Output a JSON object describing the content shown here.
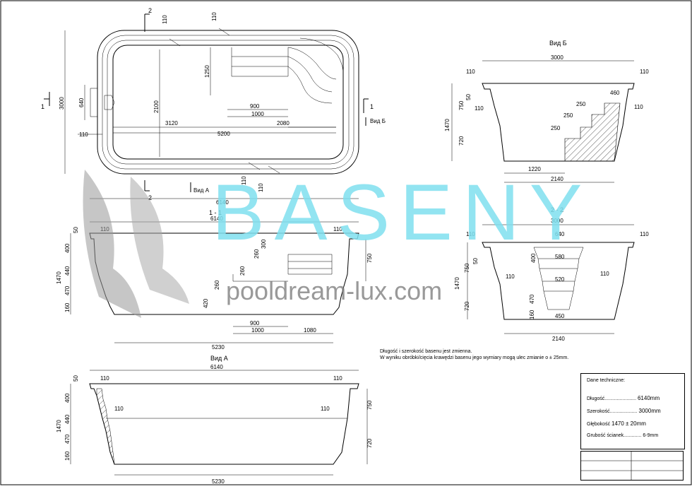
{
  "watermark": {
    "brand": "BASENY",
    "site": "pooldream-lux.com"
  },
  "views": {
    "plan": {
      "section_mark_1": "1",
      "section_mark_2": "2",
      "view_b_label": "Вид Б",
      "view_a_label": "Вид А",
      "dims": {
        "overall_length": "6140",
        "overall_width": "3000",
        "inner_width": "2100",
        "step_depth": "1250",
        "step_900": "900",
        "step_1000": "1000",
        "step_2080": "2080",
        "len_3120": "3120",
        "len_5200": "5200",
        "side_640": "640",
        "rim_110_a": "110",
        "rim_110_b": "110",
        "rim_110_c": "110",
        "rim_110_d": "110",
        "rim_110_e": "110"
      }
    },
    "section_11": {
      "title": "1 - 1",
      "dims": {
        "overall_length": "6140",
        "rim_left": "110",
        "rim_right": "110",
        "top_50": "50",
        "depth_400": "400",
        "depth_440": "440",
        "depth_470": "470",
        "depth_160": "160",
        "total_depth": "1470",
        "shallow_750": "750",
        "step_300": "300",
        "step_260a": "260",
        "step_260b": "260",
        "step_260c": "260",
        "step_420": "420",
        "bottom_5230": "5230",
        "step_900": "900",
        "step_1000": "1000",
        "step_1080": "1080"
      }
    },
    "view_b": {
      "title": "Вид Б",
      "dims": {
        "top_3000": "3000",
        "rim_left": "110",
        "rim_right": "110",
        "top_50": "50",
        "depth_750": "750",
        "side_110": "110",
        "depth_1470": "1470",
        "depth_720": "720",
        "step_460": "460",
        "step_250a": "250",
        "step_250b": "250",
        "step_250c": "250",
        "step_110": "110",
        "bottom_1220": "1220",
        "bottom_2140": "2140"
      }
    },
    "section_22": {
      "title": "2 - 2",
      "dims": {
        "top_3000": "3000",
        "rim_left": "110",
        "rim_right": "110",
        "step_640": "640",
        "step_580": "580",
        "step_520": "520",
        "step_450": "450",
        "depth_750": "750",
        "depth_1470": "1470",
        "depth_720": "720",
        "top_50": "50",
        "side_110a": "110",
        "side_110b": "110",
        "depth_400": "400",
        "depth_470": "470",
        "depth_160": "160",
        "bottom_2140": "2140"
      }
    },
    "view_a": {
      "title": "Вид А",
      "dims": {
        "overall_length": "6140",
        "rim_left": "110",
        "rim_right": "110",
        "inner_left": "110",
        "inner_right": "110",
        "top_50": "50",
        "depth_400": "400",
        "depth_440": "440",
        "depth_470": "470",
        "depth_160": "160",
        "total_depth": "1470",
        "shallow_750": "750",
        "deep_720": "720",
        "bottom_5230": "5230"
      }
    }
  },
  "notes": {
    "line1": "Długość i szerokość basenu jest zmienna.",
    "line2": "W wyniku obróbki/cięcia  krawędzi basenu jego wymiary mogą ulec zmianie o ± 25mm."
  },
  "tech": {
    "title": "Dane techniczne:",
    "length_label": "Długość.......................",
    "length_value": "6140mm",
    "width_label": "Szerokość....................",
    "width_value": "3000mm",
    "depth_label": "Głębokość",
    "depth_value": "1470 ± 20mm",
    "wall_label": "Grubość ścianek.............",
    "wall_value": "6-9mm"
  }
}
